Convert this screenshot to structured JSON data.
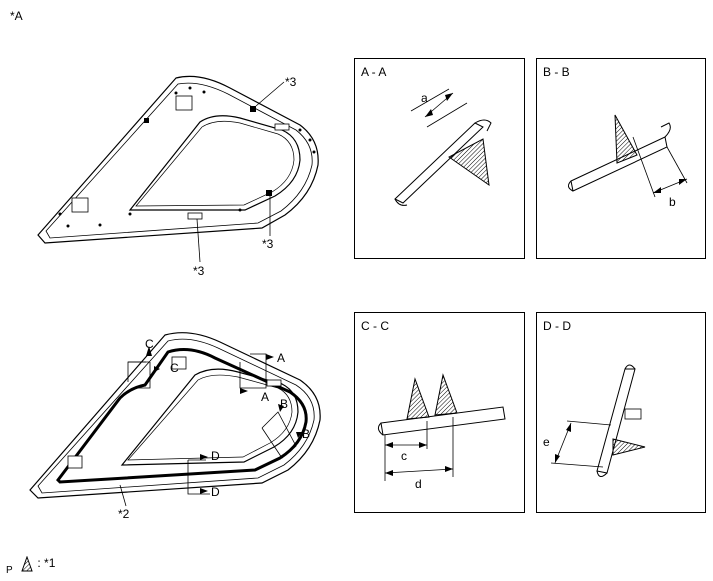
{
  "figure_label": "*A",
  "top_view_labels": {
    "callout_top": "*3",
    "callout_right": "*3",
    "callout_bottom": "*3"
  },
  "bottom_view_labels": {
    "sect_c_upper": "C",
    "sect_c_lower": "C",
    "sect_a_upper": "A",
    "sect_a_lower": "A",
    "sect_b_upper": "B",
    "sect_b_lower": "B",
    "sect_d_upper": "D",
    "sect_d_lower": "D",
    "callout_bead": "*2"
  },
  "panels": [
    {
      "title": "A - A",
      "dimension": "a"
    },
    {
      "title": "B - B",
      "dimension": "b"
    },
    {
      "title": "C - C",
      "dimensions": [
        "c",
        "d"
      ]
    },
    {
      "title": "D - D",
      "dimension": "e"
    }
  ],
  "legend": {
    "prefix": "P",
    "text": ": *1"
  }
}
